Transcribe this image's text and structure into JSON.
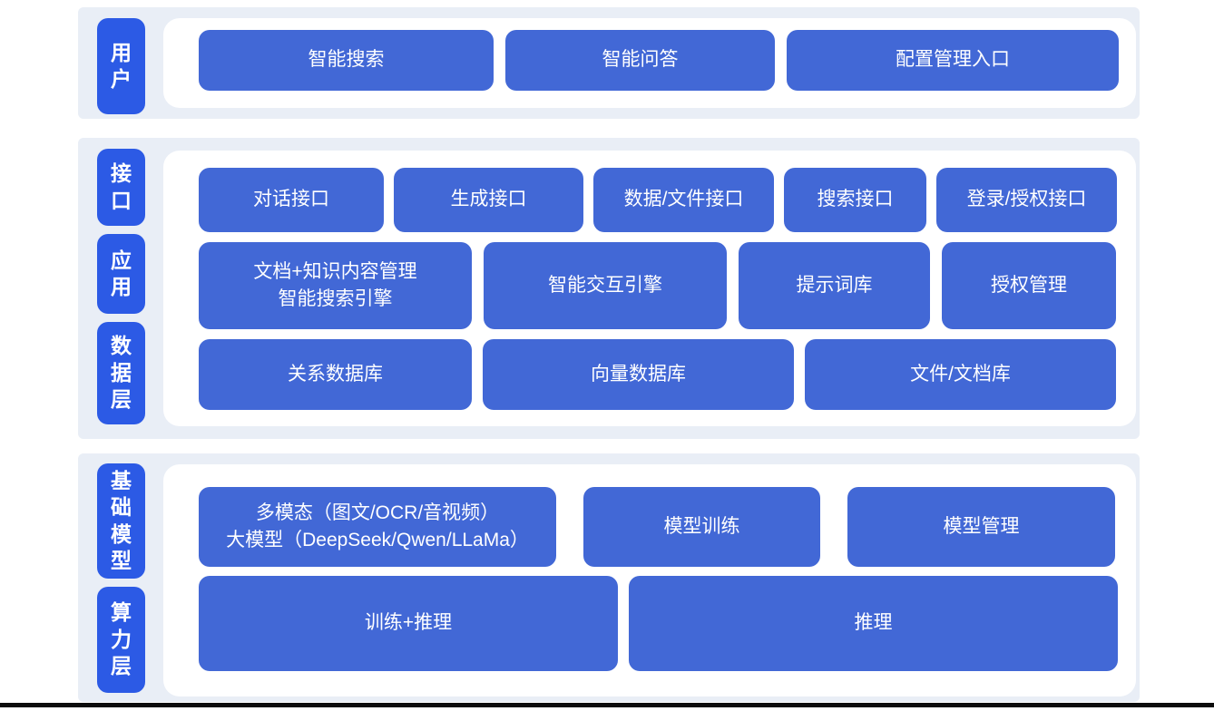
{
  "diagram": {
    "type": "layered-architecture",
    "language": "zh-CN",
    "colors": {
      "page_bg": "#ffffff",
      "section_bg": "#e9eef6",
      "panel_bg": "#ffffff",
      "layer_label_bg": "#2c5ae5",
      "box_bg": "#4268d6",
      "text": "#ffffff",
      "bottom_bar": "#0c0c0c"
    },
    "sections": [
      {
        "labels": [
          {
            "id": "user",
            "text": "用户"
          }
        ],
        "rows": [
          {
            "buttons": [
              {
                "id": "smart-search",
                "label": "智能搜索"
              },
              {
                "id": "smart-qa",
                "label": "智能问答"
              },
              {
                "id": "config-entry",
                "label": "配置管理入口"
              }
            ]
          }
        ]
      },
      {
        "labels": [
          {
            "id": "interface",
            "text": "接口"
          },
          {
            "id": "application",
            "text": "应用"
          },
          {
            "id": "data-layer",
            "text": "数据层"
          }
        ],
        "rows": [
          {
            "buttons": [
              {
                "id": "dialog-api",
                "label": "对话接口"
              },
              {
                "id": "generation-api",
                "label": "生成接口"
              },
              {
                "id": "data-file-api",
                "label": "数据/文件接口"
              },
              {
                "id": "search-api",
                "label": "搜索接口"
              },
              {
                "id": "login-auth-api",
                "label": "登录/授权接口"
              }
            ]
          },
          {
            "buttons": [
              {
                "id": "doc-knowledge-search-engine",
                "label": "文档+知识内容管理\n智能搜索引擎"
              },
              {
                "id": "interaction-engine",
                "label": "智能交互引擎"
              },
              {
                "id": "prompt-library",
                "label": "提示词库"
              },
              {
                "id": "auth-management",
                "label": "授权管理"
              }
            ]
          },
          {
            "buttons": [
              {
                "id": "relational-db",
                "label": "关系数据库"
              },
              {
                "id": "vector-db",
                "label": "向量数据库"
              },
              {
                "id": "file-doc-store",
                "label": "文件/文档库"
              }
            ]
          }
        ]
      },
      {
        "labels": [
          {
            "id": "foundation-model",
            "text": "基础模型"
          },
          {
            "id": "compute-layer",
            "text": "算力层"
          }
        ],
        "rows": [
          {
            "buttons": [
              {
                "id": "multimodal-llm",
                "label": "多模态（图文/OCR/音视频）\n大模型（DeepSeek/Qwen/LLaMa）"
              },
              {
                "id": "model-training",
                "label": "模型训练"
              },
              {
                "id": "model-management",
                "label": "模型管理"
              }
            ]
          },
          {
            "buttons": [
              {
                "id": "training-inference",
                "label": "训练+推理"
              },
              {
                "id": "inference",
                "label": "推理"
              }
            ]
          }
        ]
      }
    ]
  }
}
